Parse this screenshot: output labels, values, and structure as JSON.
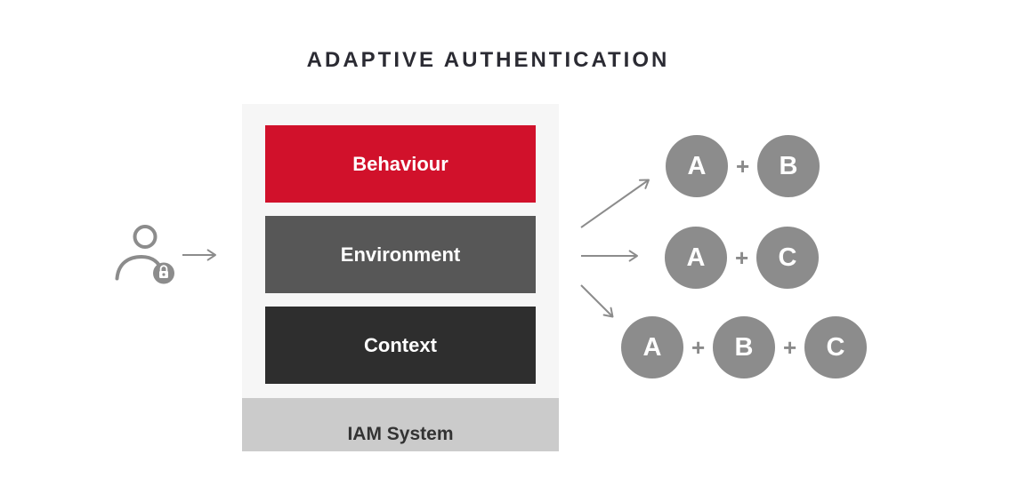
{
  "title": "ADAPTIVE AUTHENTICATION",
  "user": {
    "icon": "user-lock-icon"
  },
  "stack": {
    "layers": [
      {
        "label": "Behaviour",
        "color": "#d1112b"
      },
      {
        "label": "Environment",
        "color": "#575757"
      },
      {
        "label": "Context",
        "color": "#2e2e2e"
      }
    ],
    "base_label": "IAM System",
    "container_color": "#f6f6f6",
    "base_color": "#cbcbcb"
  },
  "plus": "+",
  "combinations": [
    {
      "items": [
        "A",
        "B"
      ]
    },
    {
      "items": [
        "A",
        "C"
      ]
    },
    {
      "items": [
        "A",
        "B",
        "C"
      ]
    }
  ],
  "colors": {
    "accent_red": "#d1112b",
    "circle_gray": "#8c8c8c",
    "arrow_gray": "#8c8c8c",
    "title_text": "#2b2b33",
    "base_text": "#333333"
  }
}
